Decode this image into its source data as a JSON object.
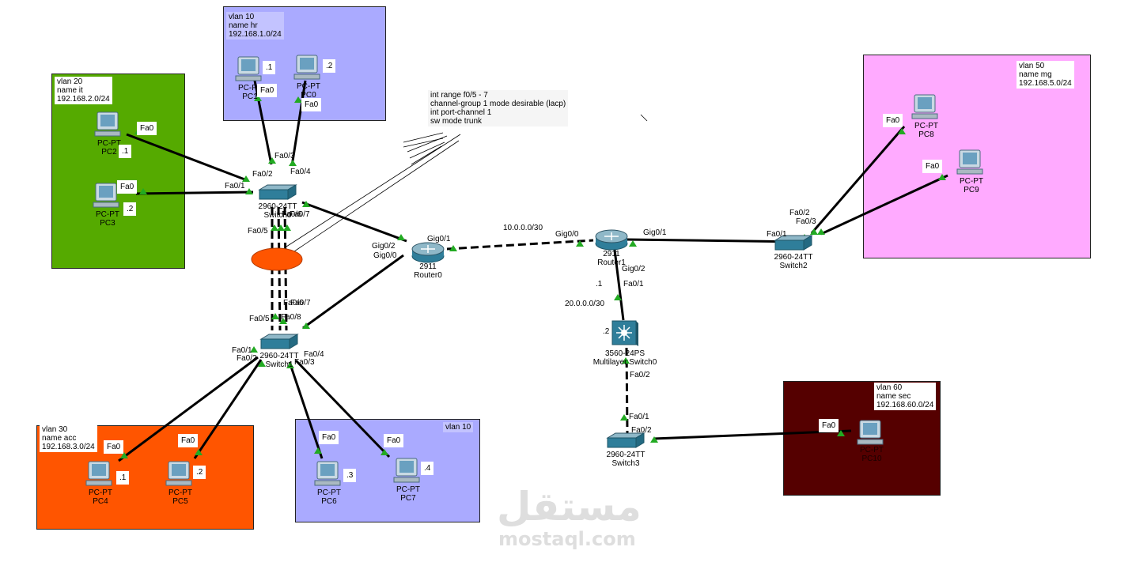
{
  "zones": {
    "vlan10_top": {
      "color": "#aaaaff",
      "lines": [
        "vlan 10",
        "name hr",
        "192.168.1.0/24"
      ]
    },
    "vlan20": {
      "color": "#55aa00",
      "lines": [
        "vlan 20",
        "name it",
        "192.168.2.0/24"
      ]
    },
    "vlan50": {
      "color": "#ffaaff",
      "lines": [
        "vlan 50",
        "name mg",
        "192.168.5.0/24"
      ]
    },
    "vlan30": {
      "color": "#ff5500",
      "lines": [
        "vlan 30",
        "name acc",
        "192.168.3.0/24"
      ]
    },
    "vlan10_bottom": {
      "color": "#aaaaff",
      "lines": [
        "vlan 10"
      ]
    },
    "vlan60": {
      "color": "#550000",
      "lines": [
        "vlan 60",
        "name sec",
        "192.168.60.0/24"
      ]
    }
  },
  "config_note": [
    "int range f0/5 - 7",
    "channel-group 1 mode desirable (lacp)",
    "int port-channel 1",
    "sw mode trunk"
  ],
  "devices": {
    "pc1": {
      "type": "PC-PT",
      "name": "PC1"
    },
    "pc0": {
      "type": "PC-PT",
      "name": "PC0"
    },
    "pc2": {
      "type": "PC-PT",
      "name": "PC2"
    },
    "pc3": {
      "type": "PC-PT",
      "name": "PC3"
    },
    "pc4": {
      "type": "PC-PT",
      "name": "PC4"
    },
    "pc5": {
      "type": "PC-PT",
      "name": "PC5"
    },
    "pc6": {
      "type": "PC-PT",
      "name": "PC6"
    },
    "pc7": {
      "type": "PC-PT",
      "name": "PC7"
    },
    "pc8": {
      "type": "PC-PT",
      "name": "PC8"
    },
    "pc9": {
      "type": "PC-PT",
      "name": "PC9"
    },
    "pc10": {
      "type": "PC-PT",
      "name": "PC10"
    },
    "sw0": {
      "type": "2960-24TT",
      "name": "Switch0"
    },
    "sw1": {
      "type": "2960-24TT",
      "name": "Switch1"
    },
    "sw2": {
      "type": "2960-24TT",
      "name": "Switch2"
    },
    "sw3": {
      "type": "2960-24TT",
      "name": "Switch3"
    },
    "r0": {
      "type": "2911",
      "name": "Router0"
    },
    "r1": {
      "type": "2911",
      "name": "Router1"
    },
    "ml0": {
      "type": "3560-24PS",
      "name": "Multilayer Switch0"
    }
  },
  "host_ids": {
    "pc1": ".1",
    "pc0": ".2",
    "pc2": ".1",
    "pc3": ".2",
    "pc4": ".1",
    "pc5": ".2",
    "pc6": ".3",
    "pc7": ".4",
    "r1": ".1",
    "ml0": ".2"
  },
  "networks": {
    "r0_r1": "10.0.0.0/30",
    "r1_ml0": "20.0.0.0/30"
  },
  "port_labels": [
    "Fa0",
    "Fa0",
    "Fa0/3",
    "Fa0/4",
    "Fa0",
    "Fa0/2",
    "Fa0",
    "Fa0/1",
    "Fa0/5",
    "Fa0/6",
    "Fa0/7",
    "Gig0/1",
    "Gig0/2",
    "Gig0/0",
    "Gig0/0",
    "Gig0/1",
    "Gig0/2",
    "Fa0/1",
    "Fa0/5",
    "Fa0/6",
    "Fa0/7",
    "Fa0/8",
    "Fa0/1",
    "Fa0/2",
    "Fa0/3",
    "Fa0/4",
    "Fa0",
    "Fa0",
    "Fa0",
    "Fa0",
    "Fa0/2",
    "Fa0/3",
    "Fa0/1",
    "Fa0",
    "Fa0",
    "Fa0/2",
    "Fa0/1",
    "Fa0/2",
    "Fa0"
  ],
  "watermark": {
    "arabic": "مستقل",
    "latin": "mostaql.com"
  }
}
